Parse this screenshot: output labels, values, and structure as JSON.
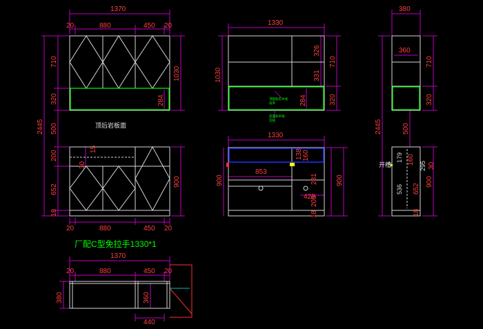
{
  "colors": {
    "background": "#000000",
    "cabinet": "#d8d8d8",
    "dimension_line": "#c000c0",
    "dimension_text": "#ff4040",
    "panel": "#00ff00",
    "note": "#e0e0e0",
    "rail": "#2030ff",
    "marker": "#ffff00"
  },
  "front_view": {
    "top_width": "1370",
    "top_segments": [
      "20",
      "880",
      "450",
      "20"
    ],
    "left_outer": "2445",
    "left_segments": [
      "710",
      "320",
      "500",
      "200",
      "652",
      "18"
    ],
    "right_upper": "1030",
    "right_lower": "900",
    "inner_upper": "284",
    "inner_lower_a": "15",
    "inner_lower_b": "30",
    "bottom_segments": [
      "20",
      "880",
      "450",
      "20"
    ],
    "note": "顶后岩板面"
  },
  "side_view_upper": {
    "top_width": "1330",
    "left_dim": "1030",
    "right_dims": [
      "326",
      "331"
    ],
    "outer_right": [
      "710",
      "320"
    ],
    "inner": "284",
    "note_1": "顶部贴实木线",
    "note_1b": "皮带",
    "note_2": "后面有木线",
    "note_2b": "实贴"
  },
  "side_view_lower": {
    "top_width": "1330",
    "drawer_width": "853",
    "left_dim": "900",
    "right_dims": [
      "138",
      "160",
      "281",
      "428",
      "205",
      "18"
    ],
    "outer_right": "900"
  },
  "end_view": {
    "top_width": "380",
    "inner_width": "360",
    "upper_dims": [
      "710",
      "320"
    ],
    "lower_dims": [
      "500"
    ],
    "outer": "2445",
    "lower_inner": [
      "179",
      "160",
      "295",
      "536",
      "652",
      "18"
    ],
    "lower_right": "900",
    "open_label": "开槽",
    "small_dim": "30"
  },
  "plan_view": {
    "title": "厂配C型免拉手1330*1",
    "top_width": "1370",
    "segments": [
      "20",
      "880",
      "450",
      "20"
    ],
    "depth": "380",
    "inner_depth": "360",
    "bottom": "440"
  }
}
